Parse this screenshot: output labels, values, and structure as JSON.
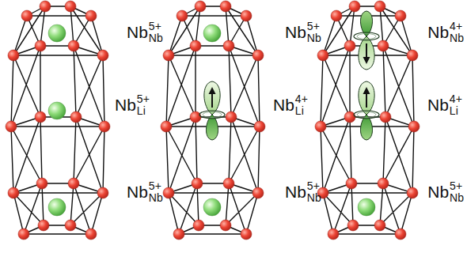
{
  "diagram": {
    "labels": [
      "Nb",
      "5+",
      "Nb",
      "Nb",
      "5+",
      "Nb",
      "Nb",
      "4+",
      "Nb",
      "Nb",
      "5+",
      "Li",
      "Nb",
      "4+",
      "Li",
      "Nb",
      "4+",
      "Li",
      "Nb",
      "5+",
      "Nb",
      "Nb",
      "5+",
      "Nb",
      "Nb",
      "5+",
      "Nb"
    ]
  }
}
